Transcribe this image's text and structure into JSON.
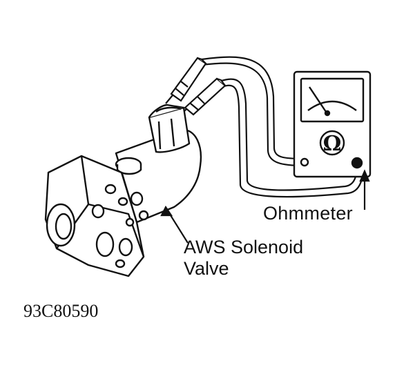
{
  "labels": {
    "ohmmeter": "Ohmmeter",
    "solenoid_line1": "AWS Solenoid",
    "solenoid_line2": "Valve",
    "figure_code": "93C80590"
  },
  "meter": {
    "symbol": "Ω"
  },
  "colors": {
    "ink": "#111111",
    "paper": "#ffffff"
  }
}
